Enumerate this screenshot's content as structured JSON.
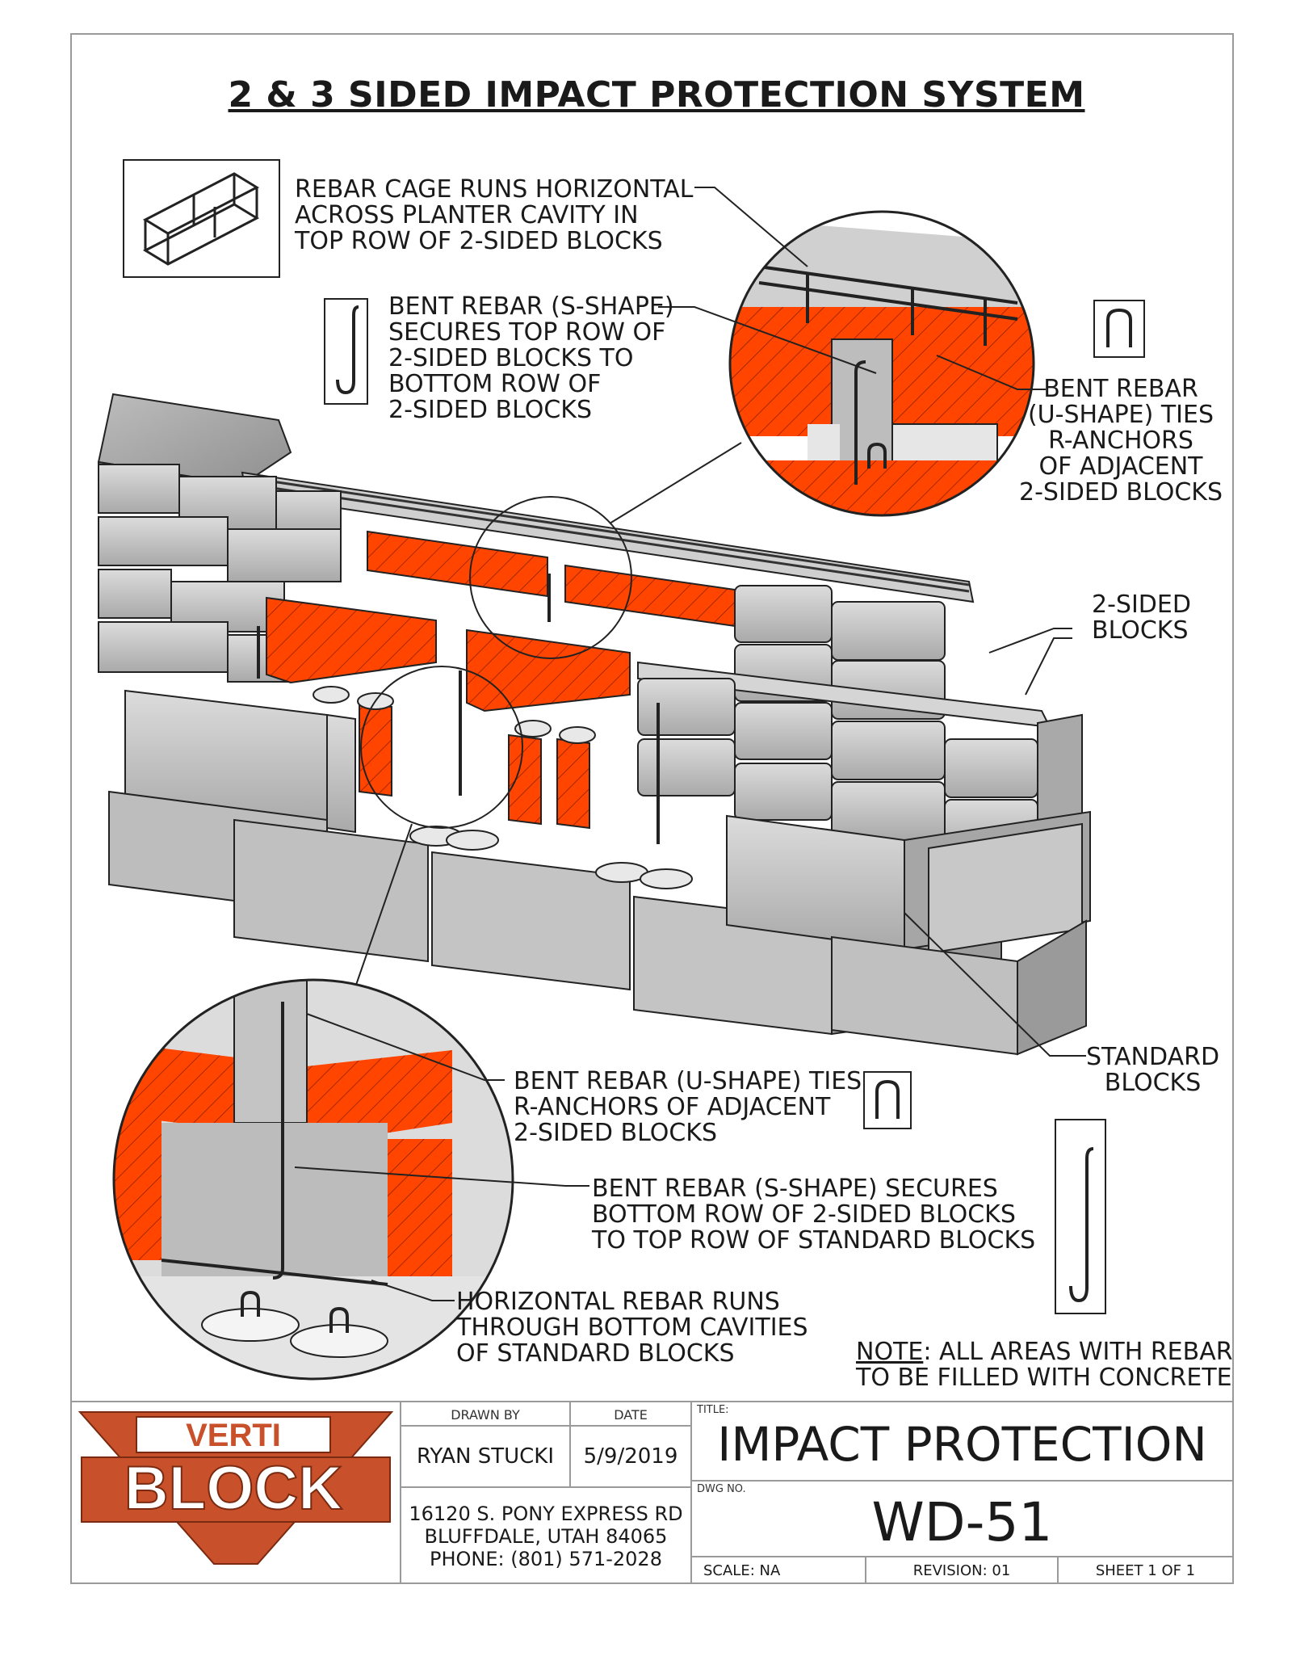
{
  "sheet": {
    "title": "2 & 3 SIDED IMPACT PROTECTION SYSTEM",
    "note_label": "NOTE",
    "note_text": ": ALL AREAS WITH REBAR\nTO BE FILLED WITH CONCRETE"
  },
  "callouts": {
    "rebar_cage": "REBAR CAGE RUNS HORIZONTAL\nACROSS PLANTER CAVITY IN\nTOP ROW OF 2-SIDED BLOCKS",
    "s_shape_top": "BENT REBAR (S-SHAPE)\nSECURES TOP ROW OF\n2-SIDED BLOCKS TO\nBOTTOM ROW OF\n2-SIDED BLOCKS",
    "u_shape_top": "BENT REBAR\n(U-SHAPE) TIES\nR-ANCHORS\nOF ADJACENT\n2-SIDED BLOCKS",
    "two_sided": "2-SIDED\nBLOCKS",
    "standard": "STANDARD\nBLOCKS",
    "u_shape_bottom": "BENT REBAR (U-SHAPE) TIES\nR-ANCHORS OF ADJACENT\n2-SIDED BLOCKS",
    "s_shape_bottom": "BENT REBAR (S-SHAPE) SECURES\nBOTTOM ROW OF 2-SIDED BLOCKS\nTO TOP ROW OF STANDARD BLOCKS",
    "horizontal_rebar": "HORIZONTAL REBAR RUNS\nTHROUGH BOTTOM CAVITIES\nOF STANDARD BLOCKS"
  },
  "title_block": {
    "logo_top": "VERTI",
    "logo_main": "BLOCK",
    "drawn_by_label": "DRAWN BY",
    "date_label": "DATE",
    "drawn_by": "RYAN STUCKI",
    "date": "5/9/2019",
    "address": "16120 S. PONY EXPRESS RD\nBLUFFDALE, UTAH 84065\nPHONE: (801) 571-2028",
    "title_label": "TITLE:",
    "title": "IMPACT PROTECTION",
    "dwg_label": "DWG NO.",
    "dwg_no": "WD-51",
    "scale": "SCALE: NA",
    "revision": "REVISION: 01",
    "sheet_no": "SHEET 1 OF 1"
  },
  "colors": {
    "concrete_fill": "#ff4500",
    "block_gray": "#c8c8c8",
    "logo_orange": "#c8502a"
  }
}
